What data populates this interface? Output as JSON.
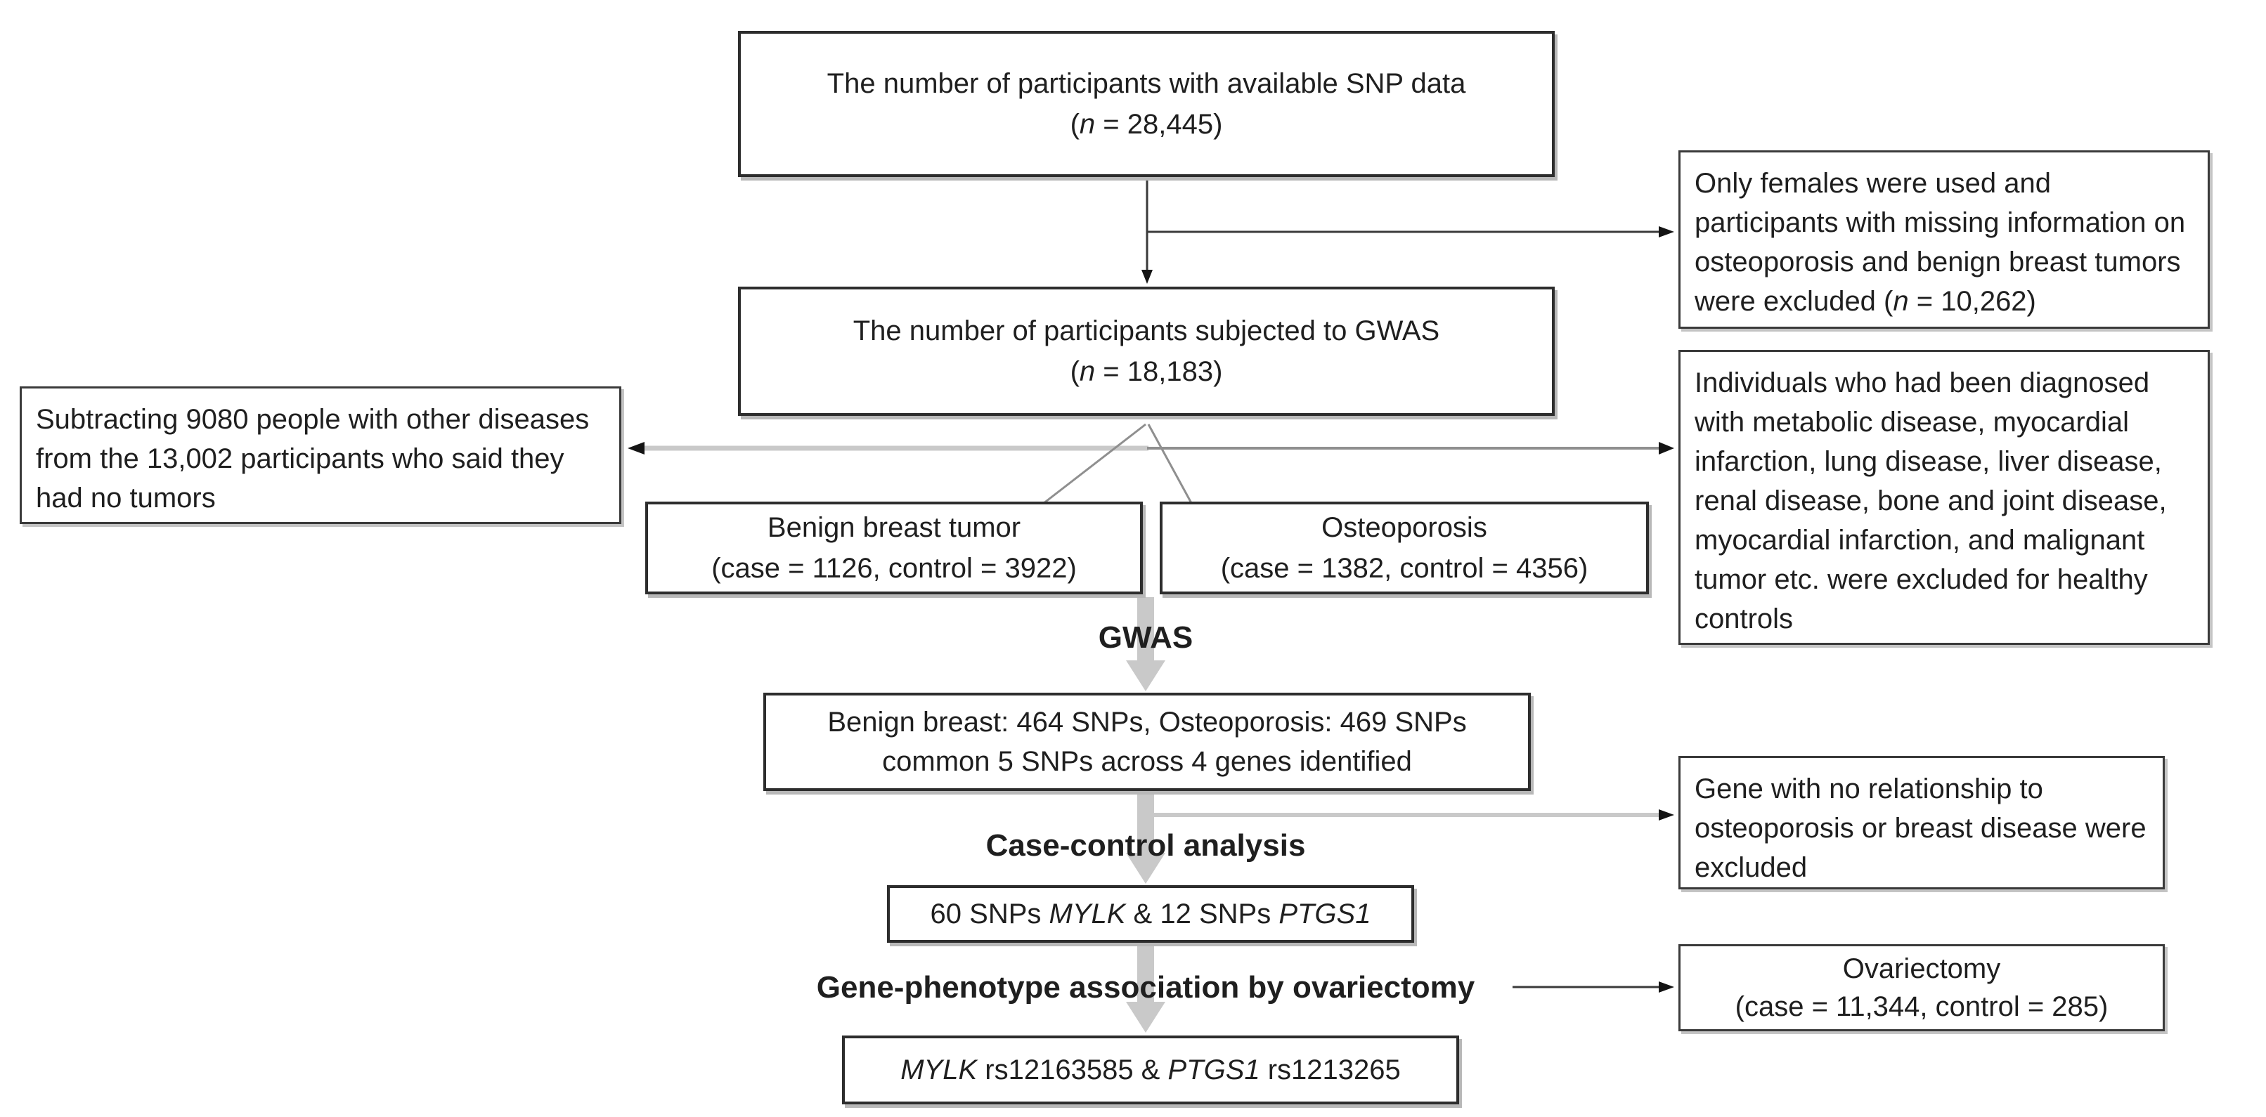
{
  "boxes": {
    "snp_available": {
      "line1": "The number of participants with available SNP data",
      "n_prefix": "(",
      "n_italic": "n",
      "n_suffix": " = 28,445)"
    },
    "only_females": {
      "text_before": "Only females were used and participants with missing information on osteoporosis and benign breast tumors were excluded (",
      "n_italic": "n",
      "text_after": " = 10,262)"
    },
    "gwas_subjected": {
      "line1": "The number of participants subjected to GWAS",
      "n_prefix": "(",
      "n_italic": "n",
      "n_suffix": " = 18,183)"
    },
    "subtracting": {
      "text": "Subtracting 9080 people with other diseases from the 13,002 participants who said they had no tumors"
    },
    "individuals_excluded": {
      "text": "Individuals who had been diagnosed with metabolic disease, myocardial infarction, lung disease, liver disease, renal disease, bone and joint disease, myocardial infarction, and malignant tumor etc. were excluded for healthy controls"
    },
    "benign_breast_tumor": {
      "line1": "Benign breast tumor",
      "line2": "(case = 1126, control = 3922)"
    },
    "osteoporosis": {
      "line1": "Osteoporosis",
      "line2": "(case = 1382, control = 4356)"
    },
    "gwas_result": {
      "line1": "Benign breast: 464 SNPs, Osteoporosis: 469 SNPs",
      "line2": "common 5 SNPs across 4 genes identified"
    },
    "gene_excluded": {
      "text": "Gene with no relationship to osteoporosis or breast disease were excluded"
    },
    "snps_selected": {
      "seg1": "60 SNPs ",
      "gene1": "MYLK",
      "seg2": " & 12 SNPs ",
      "gene2": "PTGS1"
    },
    "ovariectomy": {
      "line1": "Ovariectomy",
      "line2": "(case = 11,344, control = 285)"
    },
    "final_snps": {
      "gene1": "MYLK",
      "seg1": " rs12163585 & ",
      "gene2": "PTGS1",
      "seg2": " rs1213265"
    }
  },
  "labels": {
    "gwas": "GWAS",
    "case_control": "Case-control analysis",
    "gene_phenotype": "Gene-phenotype association by ovariectomy"
  },
  "colors": {
    "box_border": "#2d2d2d",
    "box_shadow": "#b8b8b8",
    "thick_arrow_gray": "#c9c9c9",
    "mid_gray_line": "#8f8f8f",
    "thin_line": "#3a3a3a",
    "arrowhead_black": "#141414"
  }
}
